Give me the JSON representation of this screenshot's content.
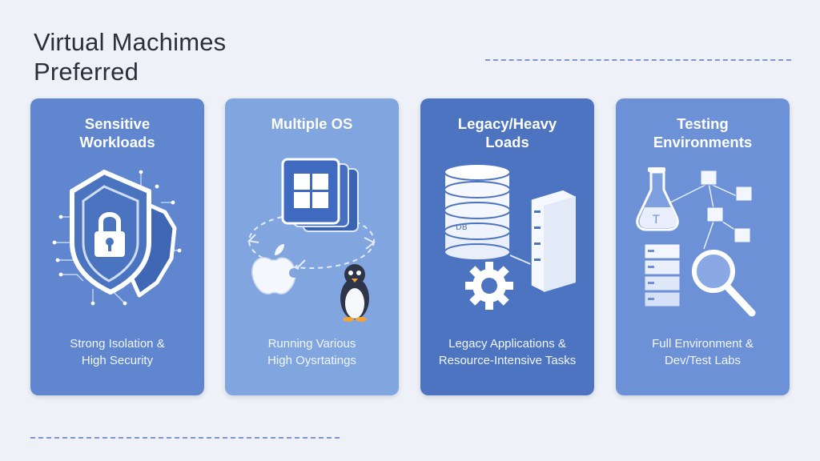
{
  "page": {
    "title": "Virtual Machimes\nPreferred"
  },
  "cards": [
    {
      "heading": "Sensitive\nWorkloads",
      "description": "Strong Isolation &\nHigh Security",
      "icon": "shield-lock-icon",
      "color": "#5f86cf"
    },
    {
      "heading": "Multiple OS",
      "description": "Running Various\nHigh Oysrtatings",
      "icon": "multiple-os-icon",
      "color": "#80a5df"
    },
    {
      "heading": "Legacy/Heavy\nLoads",
      "description": "Legacy Applications &\nResource-Intensive Tasks",
      "icon": "database-server-icon",
      "icon_label": "DB",
      "color": "#4c74c0"
    },
    {
      "heading": "Testing\nEnvironments",
      "description": "Full Environment &\nDev/Test Labs",
      "icon": "test-lab-icon",
      "icon_label": "T",
      "color": "#6d91d6"
    }
  ],
  "colors": {
    "background": "#eef1f7",
    "title": "#2b2f38",
    "dashes": "#7d97c9"
  }
}
